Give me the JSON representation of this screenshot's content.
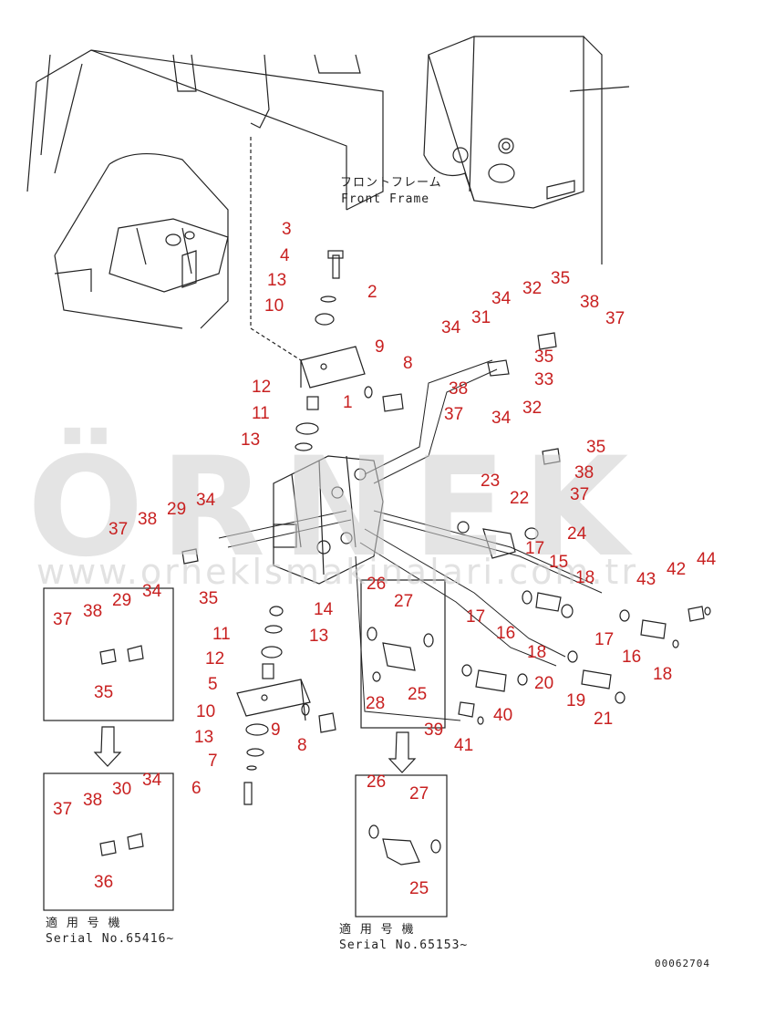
{
  "watermark": {
    "brand": "ÖRNEK",
    "url": "www.orneklsmakinalari.com.tr"
  },
  "frame_label": {
    "jp": "フロントフレーム",
    "en": "Front Frame"
  },
  "inset_left": {
    "serial_jp": "適 用 号 機",
    "serial": "Serial No.65416~"
  },
  "inset_mid": {
    "serial_jp": "適 用 号 機",
    "serial": "Serial No.65153~"
  },
  "figure_code": "00062704",
  "callouts": [
    "3",
    "4",
    "13",
    "10",
    "2",
    "9",
    "8",
    "12",
    "11",
    "13",
    "1",
    "34",
    "31",
    "34",
    "32",
    "35",
    "38",
    "37",
    "35",
    "33",
    "38",
    "37",
    "34",
    "32",
    "35",
    "23",
    "38",
    "37",
    "22",
    "24",
    "17",
    "29",
    "34",
    "37",
    "38",
    "35",
    "26",
    "27",
    "15",
    "18",
    "44",
    "43",
    "42",
    "17",
    "16",
    "18",
    "20",
    "19",
    "21",
    "17",
    "16",
    "18",
    "40",
    "39",
    "41",
    "28",
    "25",
    "14",
    "13",
    "11",
    "12",
    "5",
    "10",
    "9",
    "8",
    "13",
    "7",
    "6",
    "37",
    "38",
    "29",
    "34",
    "35",
    "37",
    "38",
    "30",
    "34",
    "36",
    "26",
    "27",
    "25"
  ]
}
